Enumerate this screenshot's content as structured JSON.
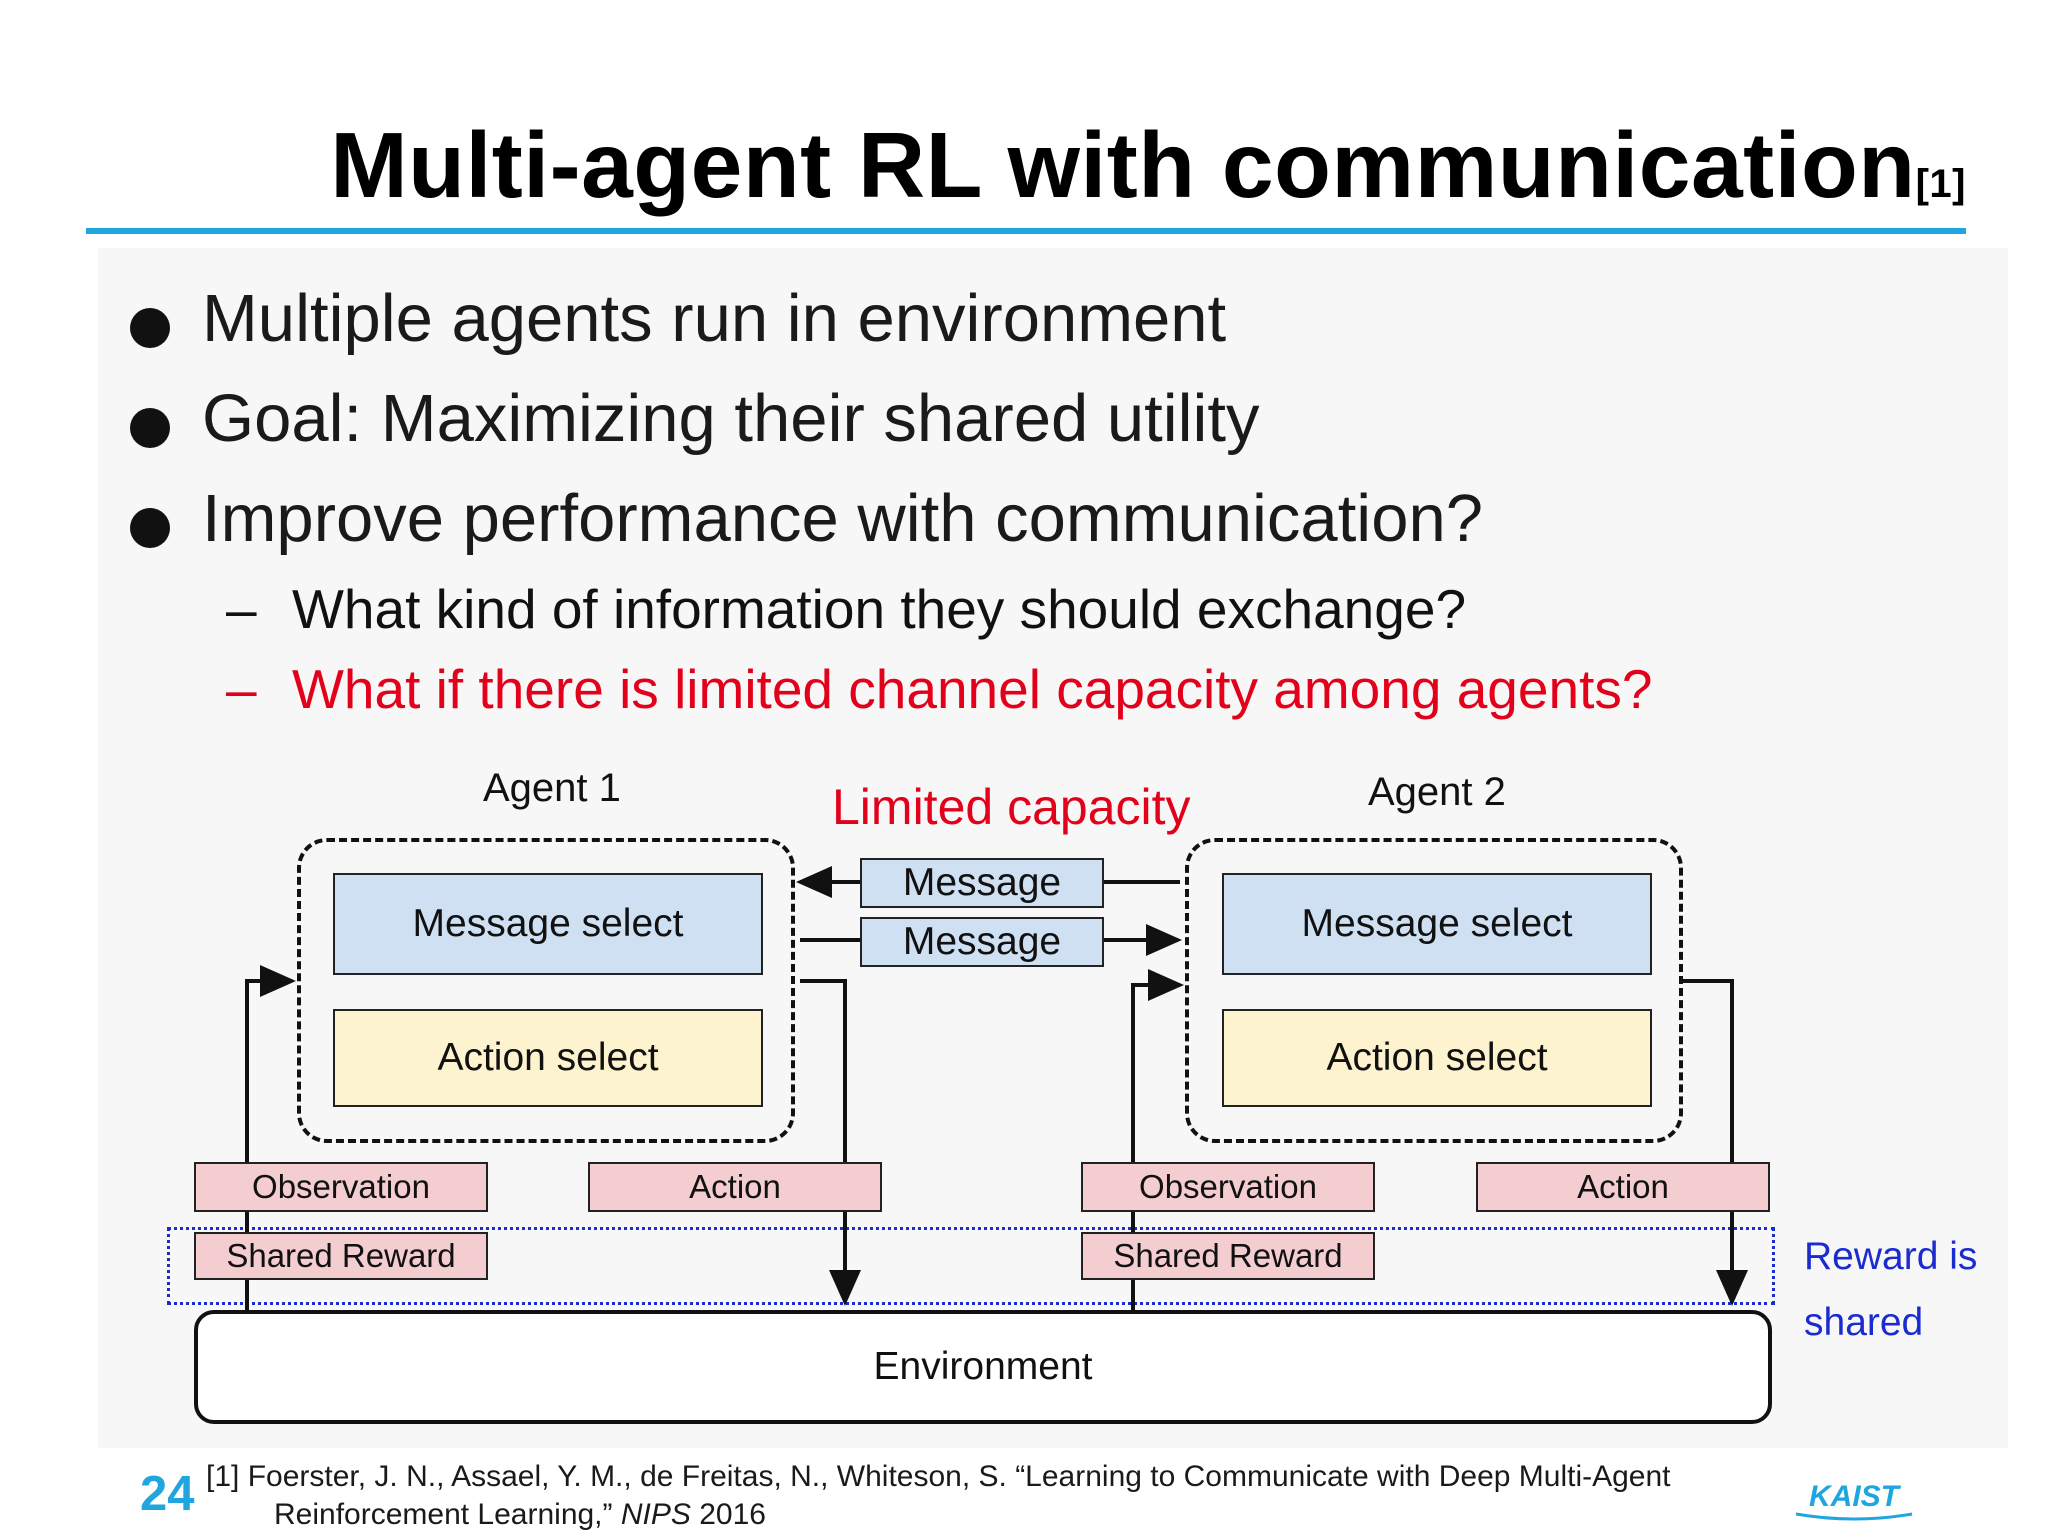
{
  "slide": {
    "title": "Multi-agent RL with communication",
    "title_ref": "[1]",
    "bullets": [
      "Multiple agents run in environment",
      "Goal: Maximizing their shared utility",
      "Improve performance with communication?"
    ],
    "sub_bullets": [
      {
        "dash": "–",
        "text": "What kind of information they should exchange?",
        "color": "#111111"
      },
      {
        "dash": "–",
        "text": "What if there is limited channel capacity among agents?",
        "color": "#e3001b"
      }
    ],
    "page_number": "24",
    "citation": {
      "line1": "[1] Foerster, J. N., Assael, Y. M., de Freitas, N., Whiteson, S. “Learning to Communicate with Deep Multi-Agent",
      "line2_prefix": "Reinforcement Learning,” ",
      "venue": "NIPS",
      "year": " 2016"
    },
    "logo_text": "KAIST",
    "accent_color": "#1fa6de"
  },
  "diagram": {
    "agent1_label": "Agent 1",
    "agent2_label": "Agent 2",
    "limited_capacity": "Limited capacity",
    "message_select": "Message select",
    "action_select": "Action select",
    "message_top": "Message",
    "message_bottom": "Message",
    "observation": "Observation",
    "action": "Action",
    "shared_reward": "Shared Reward",
    "reward_note_line1": "Reward is",
    "reward_note_line2": "shared",
    "environment": "Environment"
  }
}
